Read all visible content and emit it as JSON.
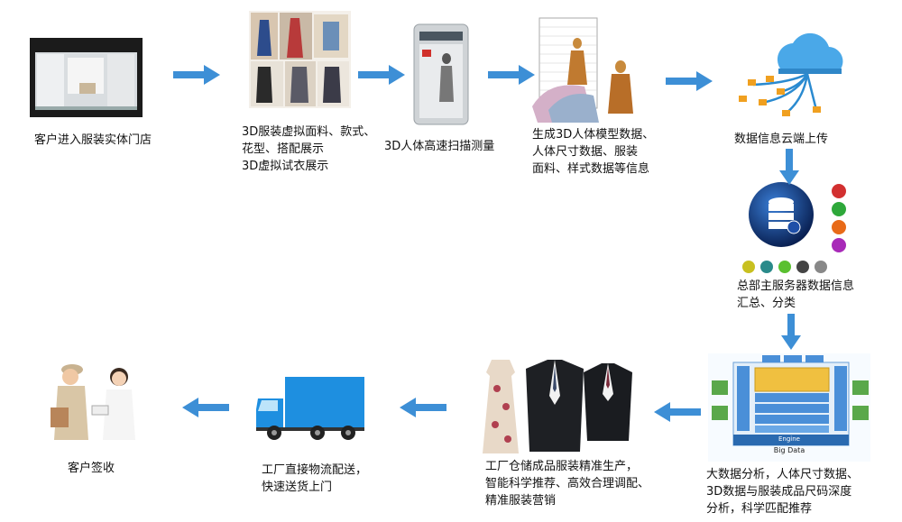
{
  "steps": [
    {
      "id": "store",
      "lines": [
        "客户进入服装实体门店"
      ]
    },
    {
      "id": "virtual",
      "lines": [
        "3D服装虚拟面料、款式、",
        "花型、搭配展示",
        "3D虚拟试衣展示"
      ]
    },
    {
      "id": "scan",
      "lines": [
        "3D人体高速扫描测量"
      ]
    },
    {
      "id": "model",
      "lines": [
        "生成3D人体模型数据、",
        "人体尺寸数据、服装",
        "面料、样式数据等信息"
      ]
    },
    {
      "id": "cloud",
      "lines": [
        "数据信息云端上传"
      ]
    },
    {
      "id": "server",
      "lines": [
        "总部主服务器数据信息",
        "汇总、分类"
      ]
    },
    {
      "id": "bigdata",
      "lines": [
        "大数据分析，人体尺寸数据、",
        "3D数据与服装成品尺码深度",
        "分析，科学匹配推荐"
      ]
    },
    {
      "id": "factory",
      "lines": [
        "工厂仓储成品服装精准生产，",
        "智能科学推荐、高效合理调配、",
        "精准服装营销"
      ]
    },
    {
      "id": "logistics",
      "lines": [
        "工厂直接物流配送，",
        "快速送货上门"
      ]
    },
    {
      "id": "sign",
      "lines": [
        "客户签收"
      ]
    }
  ],
  "bigdata_diagram": {
    "footer": "Big Data",
    "engine": "Engine"
  },
  "colors": {
    "arrow": "#3d8fd6",
    "accent": "#1f6fc0"
  }
}
